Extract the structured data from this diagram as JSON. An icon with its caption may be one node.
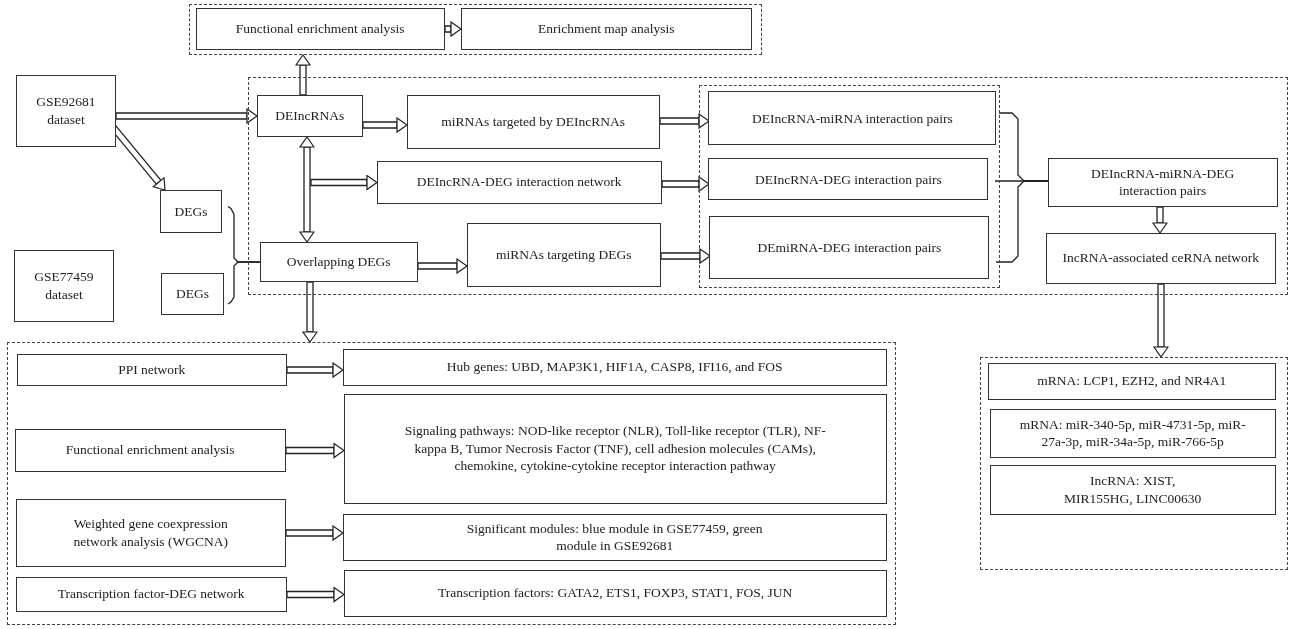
{
  "diagram": {
    "nodes": [
      {
        "text": [],
        "shape": "box"
      },
      {
        "text": [
          "Functional enrichment analysis"
        ],
        "in": 0
      },
      {
        "text": [
          "Enrichment map analysis"
        ],
        "in": 0
      },
      {
        "text": [
          "GSE92681 dataset"
        ]
      },
      {
        "text": [
          "DEGs"
        ]
      },
      {
        "text": [
          "GSE77459 dataset"
        ]
      },
      {
        "text": [
          "DEGs"
        ]
      },
      {
        "text": [],
        "shape": "box"
      },
      {
        "text": [
          "DEIncRNAs"
        ],
        "in": 7
      },
      {
        "text": [
          "miRNAs targeted by DEIncRNAs"
        ],
        "in": 7
      },
      {
        "text": [
          "DEIncRNA-DEG interaction network"
        ],
        "in": 7
      },
      {
        "text": [
          "Overlapping DEGs"
        ],
        "in": 7
      },
      {
        "text": [
          "miRNAs targeting DEGs"
        ],
        "in": 7
      },
      {
        "text": [],
        "shape": "box",
        "in": 7
      },
      {
        "text": [
          "DEIncRNA-miRNA interaction pairs"
        ],
        "in": 13
      },
      {
        "text": [
          "DEIncRNA-DEG interaction pairs"
        ],
        "in": 13
      },
      {
        "text": [
          "DEmiRNA-DEG interaction pairs"
        ],
        "in": 13
      },
      {
        "text": [
          "DEIncRNA-miRNA-DEG interaction pairs"
        ],
        "in": 7
      },
      {
        "text": [
          "IncRNA-associated ceRNA network"
        ],
        "in": 7
      },
      {
        "text": [],
        "shape": "box"
      },
      {
        "text": [
          "PPI network"
        ],
        "in": 19
      },
      {
        "text": [
          "Hub genes: UBD, MAP3K1, HIF1A, CASP8, IFI16, and FOS"
        ],
        "in": 19
      },
      {
        "text": [
          "Functional enrichment analysis"
        ],
        "in": 19
      },
      {
        "text": [
          "Signaling pathways: NOD-like receptor (NLR), Toll-like receptor (TLR), NF-kappa B, Tumor Necrosis Factor (TNF), cell adhesion molecules (CAMs), chemokine, cytokine-cytokine receptor interaction pathway"
        ],
        "in": 19
      },
      {
        "text": [
          "Weighted gene coexpression network analysis (WGCNA)"
        ],
        "in": 19
      },
      {
        "text": [
          "Significant modules: blue module in GSE77459, green module in GSE92681"
        ],
        "in": 19
      },
      {
        "text": [
          "Transcription factor-DEG network"
        ],
        "in": 19
      },
      {
        "text": [
          "Transcription factors: GATA2, ETS1, FOXP3, STAT1, FOS, JUN"
        ],
        "in": 19
      },
      {
        "text": [],
        "shape": "box"
      },
      {
        "text": [
          "mRNA: LCP1, EZH2, and NR4A1"
        ],
        "in": 28
      },
      {
        "text": [
          "mRNA: miR-340-5p, miR-4731-5p, miR-27a-3p, miR-34a-5p, miR-766-5p"
        ],
        "in": 28
      },
      {
        "text": [
          "IncRNA: XIST, MIR155HG, LINC00630"
        ],
        "in": 28
      }
    ],
    "edges": [
      {
        "from": 1,
        "to": 2,
        "arrow": "to"
      },
      {
        "from": 3,
        "to": 8,
        "arrow": "to"
      },
      {
        "from": 3,
        "to": 4,
        "arrow": "to"
      },
      {
        "from": 4,
        "to": 11,
        "arrow": "none"
      },
      {
        "from": 6,
        "to": 11,
        "arrow": "none"
      },
      {
        "from": 8,
        "to": 0,
        "arrow": "to"
      },
      {
        "from": 8,
        "to": 11,
        "arrow": "both"
      },
      {
        "from": 8,
        "to": 9,
        "arrow": "to"
      },
      {
        "from": null,
        "to": 10,
        "arrow": "to"
      },
      {
        "from": 11,
        "to": 12,
        "arrow": "to"
      },
      {
        "from": 9,
        "to": 14,
        "arrow": "to"
      },
      {
        "from": 10,
        "to": 15,
        "arrow": "to"
      },
      {
        "from": 12,
        "to": 16,
        "arrow": "to"
      },
      {
        "from": 14,
        "to": 17,
        "arrow": "none"
      },
      {
        "from": 15,
        "to": 17,
        "arrow": "none"
      },
      {
        "from": 16,
        "to": 17,
        "arrow": "none"
      },
      {
        "from": 17,
        "to": 18,
        "arrow": "to"
      },
      {
        "from": 18,
        "to": 28,
        "arrow": "to"
      },
      {
        "from": 11,
        "to": 19,
        "arrow": "to"
      },
      {
        "from": 20,
        "to": 21,
        "arrow": "to"
      },
      {
        "from": 22,
        "to": 23,
        "arrow": "to"
      },
      {
        "from": 24,
        "to": 25,
        "arrow": "to"
      },
      {
        "from": 26,
        "to": 27,
        "arrow": "to"
      }
    ]
  }
}
